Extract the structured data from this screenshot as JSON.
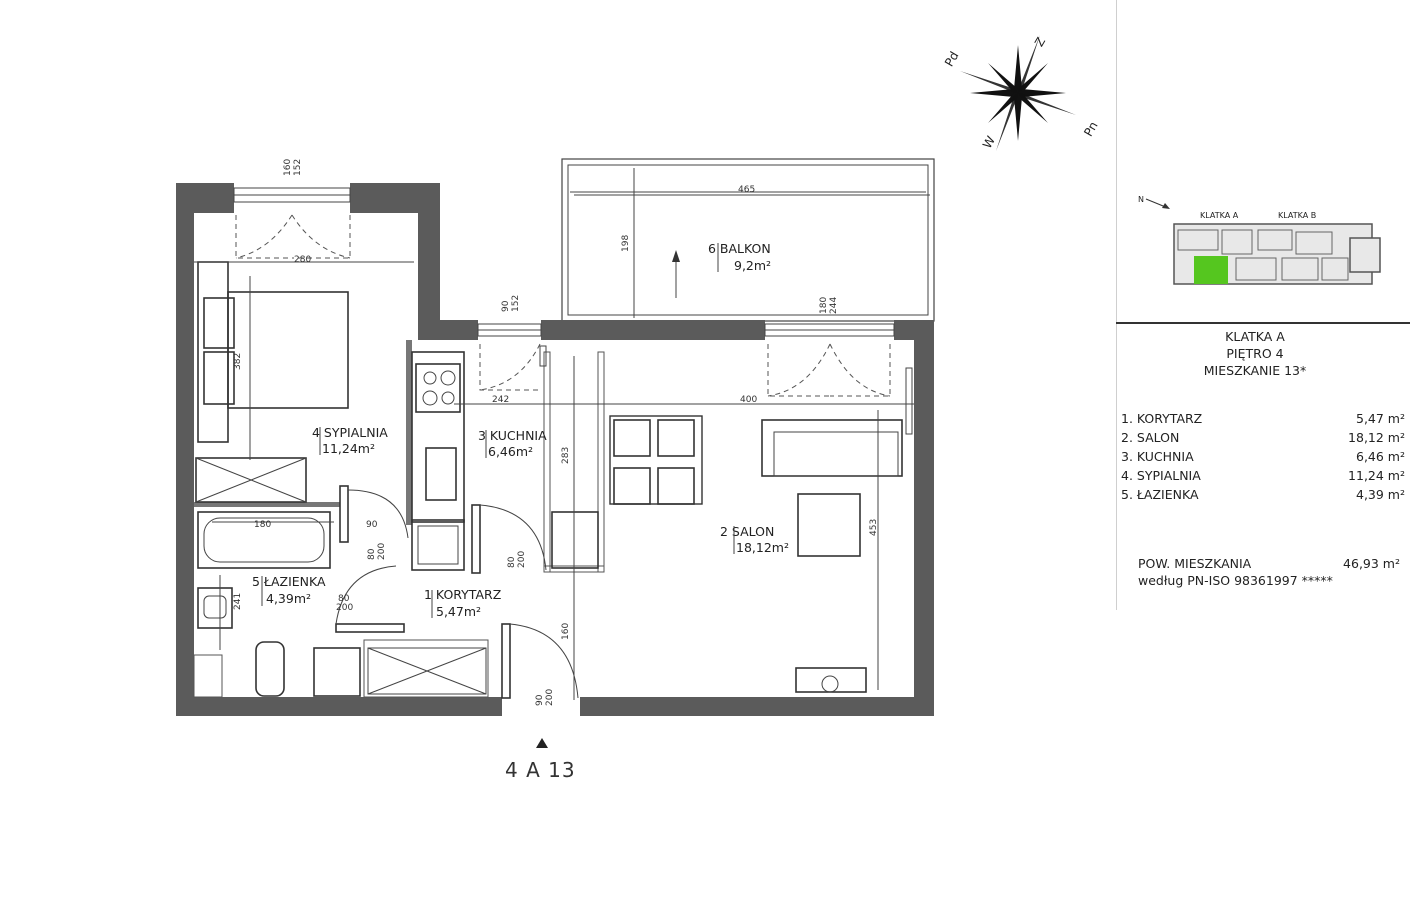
{
  "compass": {
    "n": "Z",
    "nw": "Pd",
    "s": "W",
    "se": "Pn"
  },
  "rooms": {
    "sypialnia": {
      "name": "4 SYPIALNIA",
      "area": "11,24m²"
    },
    "kuchnia": {
      "name": "3 KUCHNIA",
      "area": "6,46m²"
    },
    "salon": {
      "name": "2 SALON",
      "area": "18,12m²"
    },
    "lazienka": {
      "name": "5 ŁAZIENKA",
      "area": "4,39m²"
    },
    "korytarz": {
      "name": "1 KORYTARZ",
      "area": "5,47m²"
    },
    "balkon": {
      "name": "6 BALKON",
      "area": "9,2m²"
    }
  },
  "dimensions": {
    "d280": "280",
    "d382": "382",
    "d242": "242",
    "d400": "400",
    "d465": "465",
    "d198": "198",
    "d283": "283",
    "d453": "453",
    "d180": "180",
    "d90": "90",
    "d241": "241",
    "d160": "160",
    "w1a": "160",
    "w1b": "152",
    "w2a": "90",
    "w2b": "152",
    "w3a": "180",
    "w3b": "244",
    "d80_200a": "80",
    "d80_200b": "200",
    "d80_200c": "80",
    "d80_200d": "200",
    "d80_200e": "80",
    "d80_200f": "200",
    "d90_200a": "90",
    "d90_200b": "200"
  },
  "keyplan": {
    "klatka_a": "KLATKA A",
    "klatka_b": "KLATKA B",
    "n": "N"
  },
  "panel": {
    "header_1": "KLATKA A",
    "header_2": "PIĘTRO 4",
    "header_3": "MIESZKANIE 13*",
    "items": [
      {
        "name": "1. KORYTARZ",
        "area": "5,47 m²"
      },
      {
        "name": "2. SALON",
        "area": "18,12 m²"
      },
      {
        "name": "3. KUCHNIA",
        "area": "6,46 m²"
      },
      {
        "name": "4. SYPIALNIA",
        "area": "11,24 m²"
      },
      {
        "name": "5. ŁAZIENKA",
        "area": "4,39 m²"
      }
    ],
    "total_label_1": "POW. MIESZKANIA",
    "total_label_2": "według PN-ISO 98361997 *****",
    "total_value": "46,93 m²"
  },
  "unit_code": "4 A 13",
  "colors": {
    "wall": "#5b5b5b",
    "highlight": "#55c61f"
  }
}
